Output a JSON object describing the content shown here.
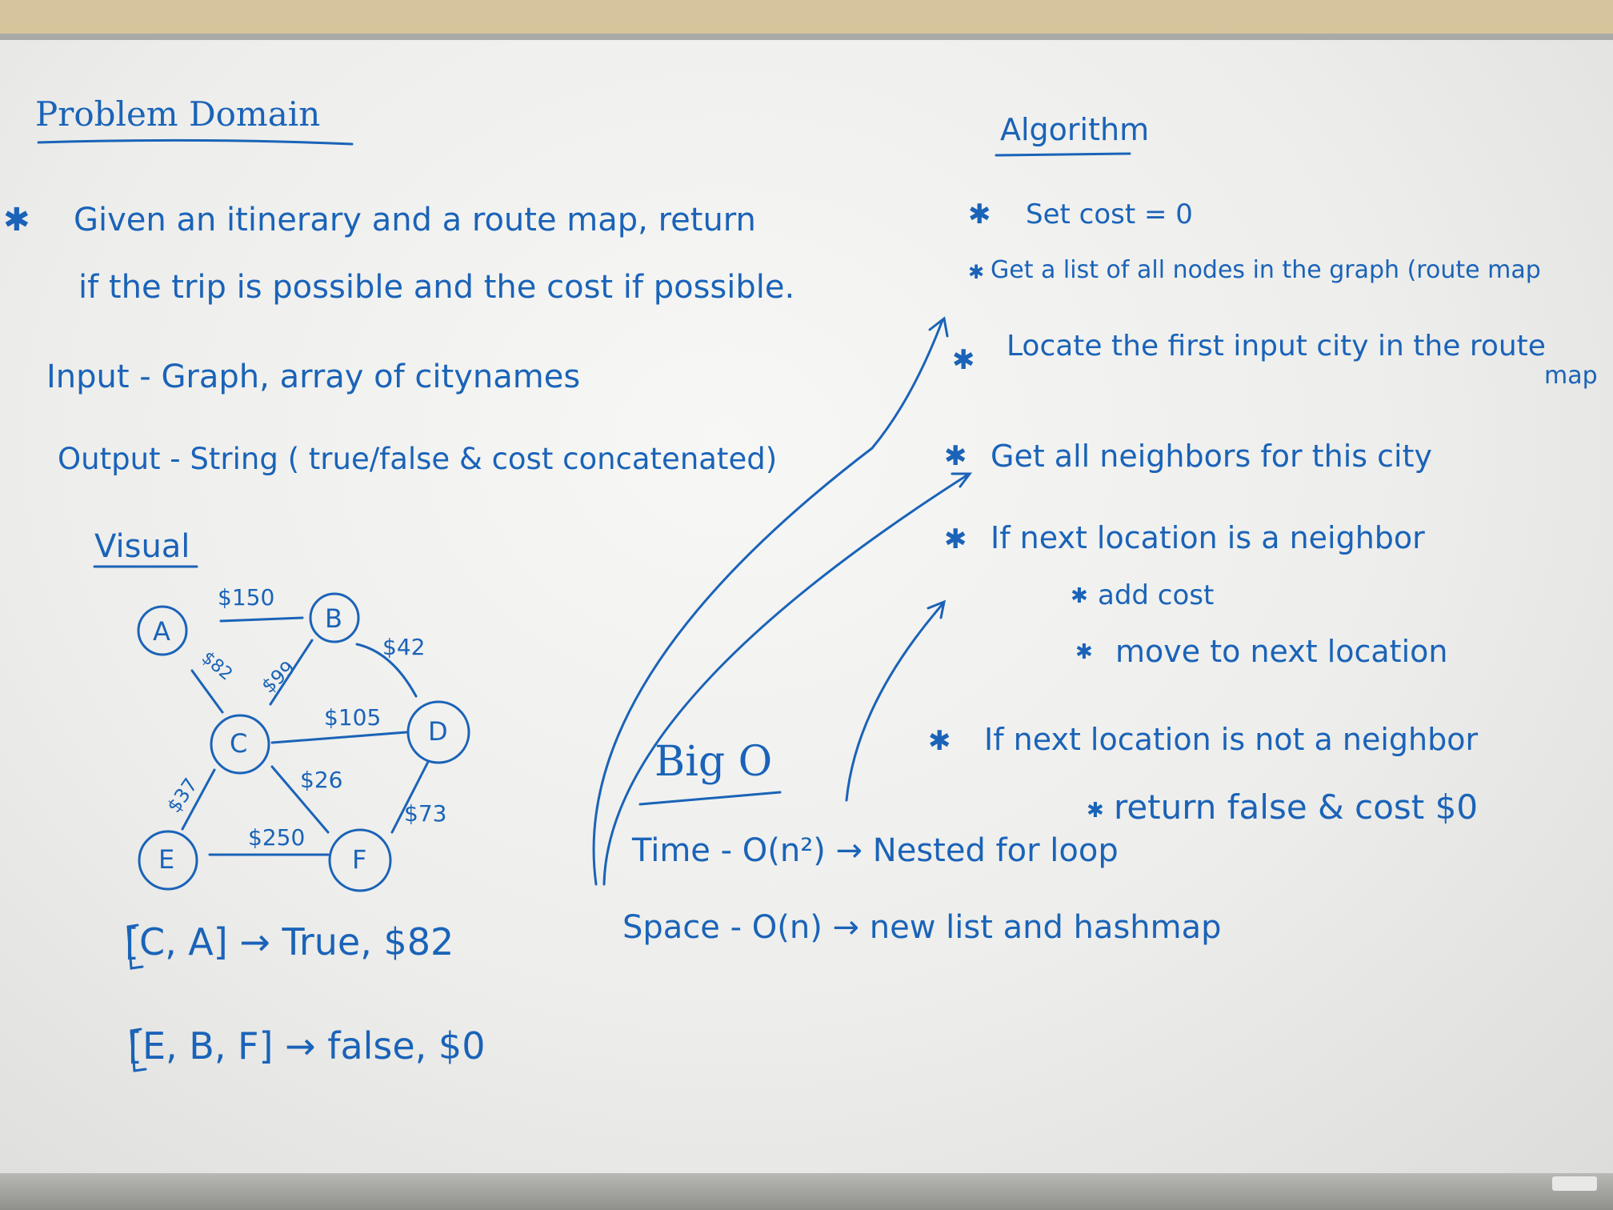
{
  "problem_domain": {
    "heading": "Problem Domain",
    "bullet_line1": "Given an itinerary and a route map, return",
    "bullet_line2": "if the trip is possible and the cost if possible.",
    "input": "Input - Graph, array of citynames",
    "output": "Output - String ( true/false & cost concatenated)"
  },
  "visual": {
    "heading": "Visual",
    "nodes": [
      "A",
      "B",
      "C",
      "D",
      "E",
      "F"
    ],
    "edge_costs": [
      "$150",
      "$82",
      "$99",
      "$42",
      "$105",
      "$26",
      "$37",
      "$250",
      "$73"
    ],
    "examples": [
      "[C, A] → True, $82",
      "[E, B, F] → false, $0"
    ]
  },
  "algorithm": {
    "heading": "Algorithm",
    "steps": [
      "Set cost = 0",
      "Get a list of all nodes in the graph (route map",
      "Locate the first input city in the route",
      "map",
      "Get all neighbors for this city",
      "If next location is a neighbor",
      "add cost",
      "move to next location",
      "If next location is not a neighbor",
      "return false & cost $0"
    ]
  },
  "big_o": {
    "heading": "Big O",
    "time": "Time - O(n²) → Nested for loop",
    "space": "Space - O(n) → new list and hashmap"
  },
  "colors": {
    "ink": "#1a63b8",
    "board": "#f2f2f0",
    "wall": "#cdb88f"
  }
}
